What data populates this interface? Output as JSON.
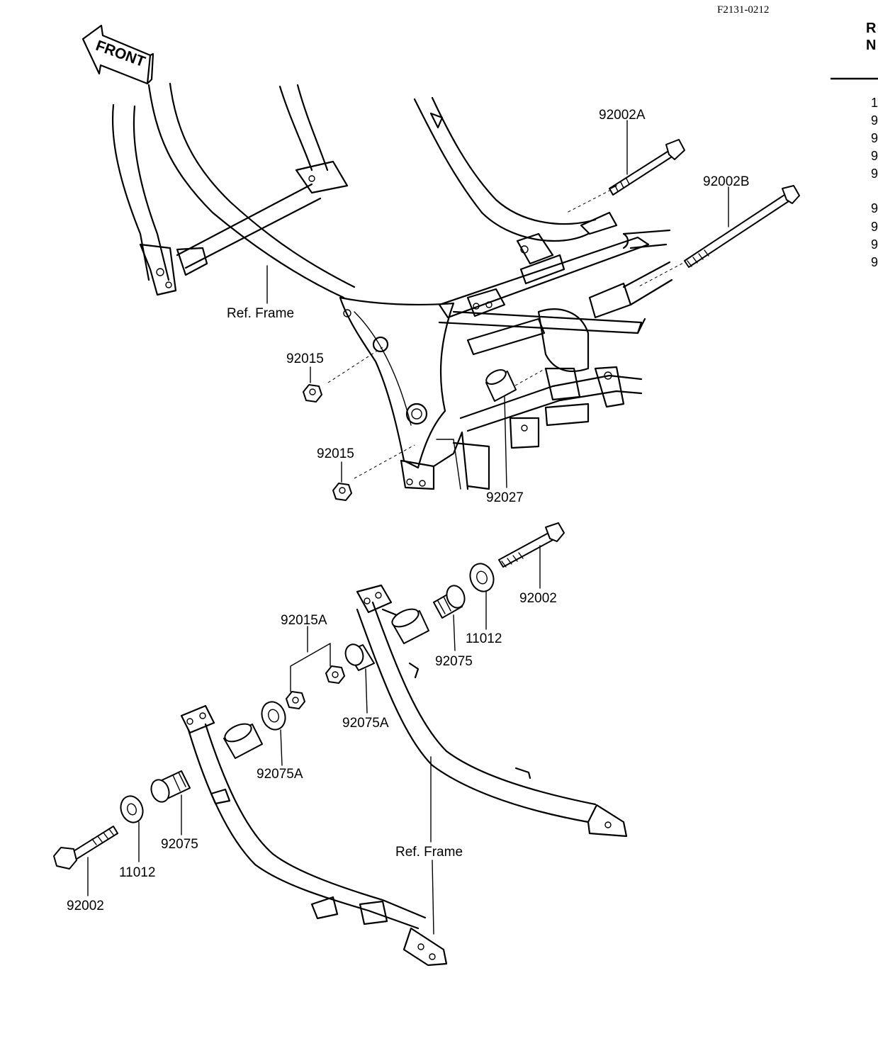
{
  "header": {
    "drawing_code": "F2131-0212"
  },
  "front_arrow": {
    "label": "FRONT"
  },
  "side_panel": {
    "heading_lines": [
      "R",
      "N"
    ],
    "list_glyphs": [
      "1",
      "9",
      "9",
      "9",
      "9",
      "9",
      "9",
      "9",
      "9"
    ]
  },
  "callouts": {
    "bolt_92002A": "92002A",
    "bolt_92002B": "92002B",
    "ref_frame_upper": "Ref. Frame",
    "nut_92015_upper": "92015",
    "nut_92015_lower": "92015",
    "collar_92027": "92027",
    "bolt_92002_right": "92002",
    "washer_11012_right": "11012",
    "bushing_92075_right": "92075",
    "nut_group_92015A": "92015A",
    "bushing_92075A_right": "92075A",
    "bushing_92075A_left": "92075A",
    "bushing_92075_left": "92075",
    "washer_11012_left": "11012",
    "bolt_92002_left": "92002",
    "ref_frame_lower": "Ref. Frame"
  }
}
